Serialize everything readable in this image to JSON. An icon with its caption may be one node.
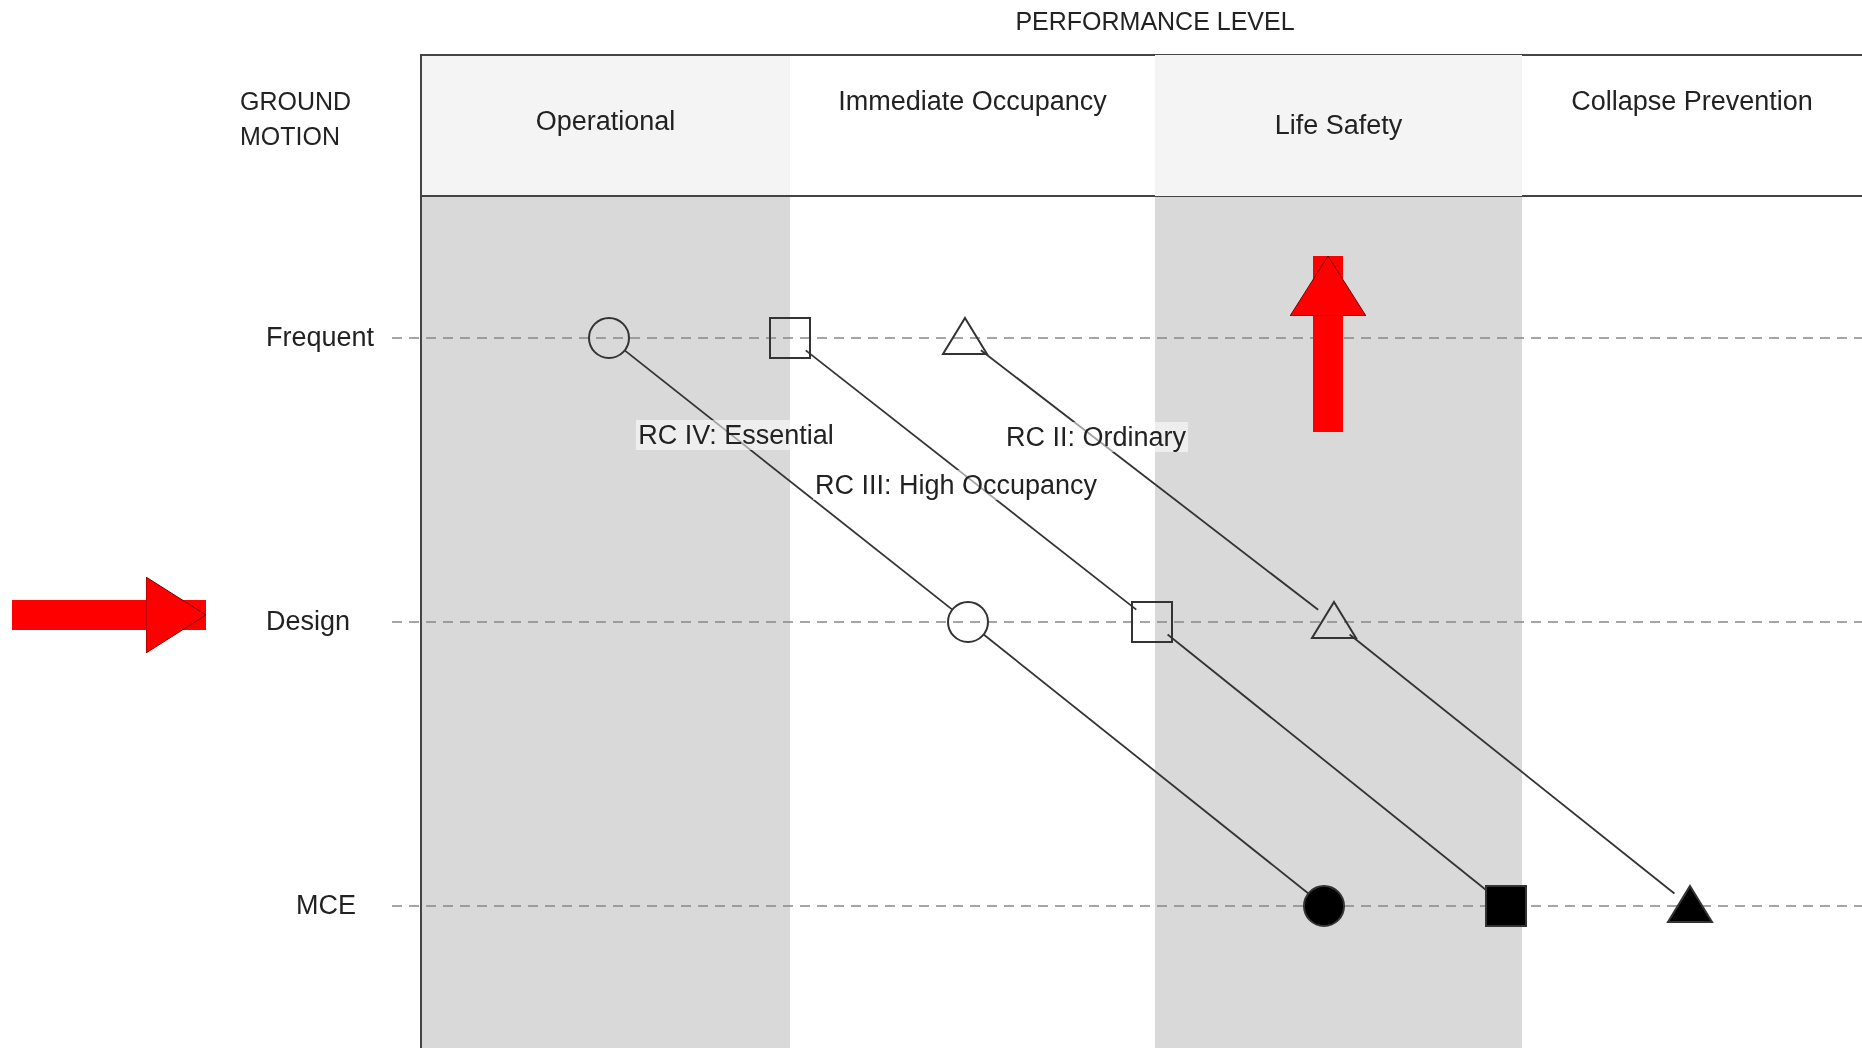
{
  "diagram": {
    "nodes": [
      {
        "text": [
          "Life Safety"
        ]
      },
      {
        "text": [],
        "shape": "circle"
      },
      {
        "text": [],
        "shape": "box"
      },
      {
        "text": [],
        "shape": "triangle"
      },
      {
        "text": [
          "Design"
        ]
      },
      {
        "text": [],
        "shape": "circle"
      },
      {
        "text": [],
        "shape": "box"
      },
      {
        "text": [],
        "shape": "triangle"
      },
      {
        "text": [],
        "shape": "circle"
      },
      {
        "text": [],
        "shape": "box"
      },
      {
        "text": [],
        "shape": "triangle"
      }
    ],
    "edges": [
      {
        "from": 1,
        "to": 5,
        "arrow": "none",
        "label": "RC IV: Essential"
      },
      {
        "from": 5,
        "to": 8,
        "arrow": "none"
      },
      {
        "from": 2,
        "to": 6,
        "arrow": "none",
        "label": "RC III: High Occupancy"
      },
      {
        "from": 6,
        "to": 9,
        "arrow": "none"
      },
      {
        "from": 3,
        "to": 7,
        "arrow": "none",
        "label": "RC II: Ordinary"
      },
      {
        "from": 7,
        "to": 10,
        "arrow": "none"
      },
      {
        "from": null,
        "to": 4,
        "arrow": "to",
        "style": "thick",
        "color": "#ff0000"
      },
      {
        "from": null,
        "to": 0,
        "arrow": "to",
        "style": "thick",
        "color": "#ff0000"
      }
    ],
    "labels": [
      "PERFORMANCE LEVEL",
      "GROUND MOTION",
      "Operational",
      "Immediate Occupancy",
      "Collapse Prevention",
      "Frequent",
      "MCE"
    ]
  }
}
